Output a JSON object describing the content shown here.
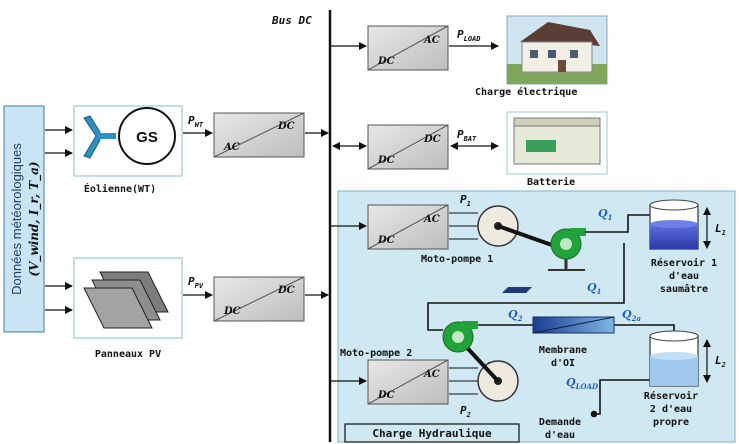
{
  "bus_label": "Bus DC",
  "meteo": {
    "title": "Données météorologiques",
    "vars": "(V_wind, I_r, T_a)"
  },
  "wind_turbine": {
    "label": "Éolienne(WT)",
    "generator": "GS"
  },
  "pv": {
    "label": "Panneaux PV"
  },
  "converters": {
    "wt": [
      "DC",
      "AC"
    ],
    "pv": [
      "DC",
      "DC"
    ],
    "load": [
      "AC",
      "DC"
    ],
    "bat": [
      "DC",
      "DC"
    ],
    "p1": [
      "AC",
      "DC"
    ],
    "p2": [
      "AC",
      "DC"
    ]
  },
  "powers": {
    "wt": "P",
    "wt_sub": "WT",
    "pv": "P",
    "pv_sub": "PV",
    "load": "P",
    "load_sub": "LOAD",
    "bat": "P",
    "bat_sub": "BAT",
    "p1": "P",
    "p1_sub": "1",
    "p2": "P",
    "p2_sub": "2"
  },
  "loads": {
    "electric": "Charge électrique",
    "battery": "Batterie"
  },
  "hydraulic": {
    "title": "Charge Hydraulique",
    "pump1": "Moto-pompe 1",
    "pump2": "Moto-pompe 2",
    "tank1_lines": [
      "Réservoir 1",
      "d'eau",
      "saumâtre"
    ],
    "tank2_lines": [
      "Réservoir",
      "2 d'eau",
      "propre"
    ],
    "membrane_lines": [
      "Membrane",
      "d'OI"
    ],
    "demand_lines": [
      "Demande",
      "d'eau"
    ],
    "q1": "Q",
    "q1_sub": "1",
    "q1b": "Q",
    "q1b_sub": "1",
    "q2": "Q",
    "q2_sub": "2",
    "q2a": "Q",
    "q2a_sub": "2a",
    "qload": "Q",
    "qload_sub": "LOAD",
    "l1": "L",
    "l1_sub": "1",
    "l2": "L",
    "l2_sub": "2"
  },
  "colors": {
    "hydraulic_bg": "#cfe8f2",
    "pump_green": "#22a33a",
    "water_blue": "#3b55c9",
    "qlabel_blue": "#1f5fbf"
  }
}
